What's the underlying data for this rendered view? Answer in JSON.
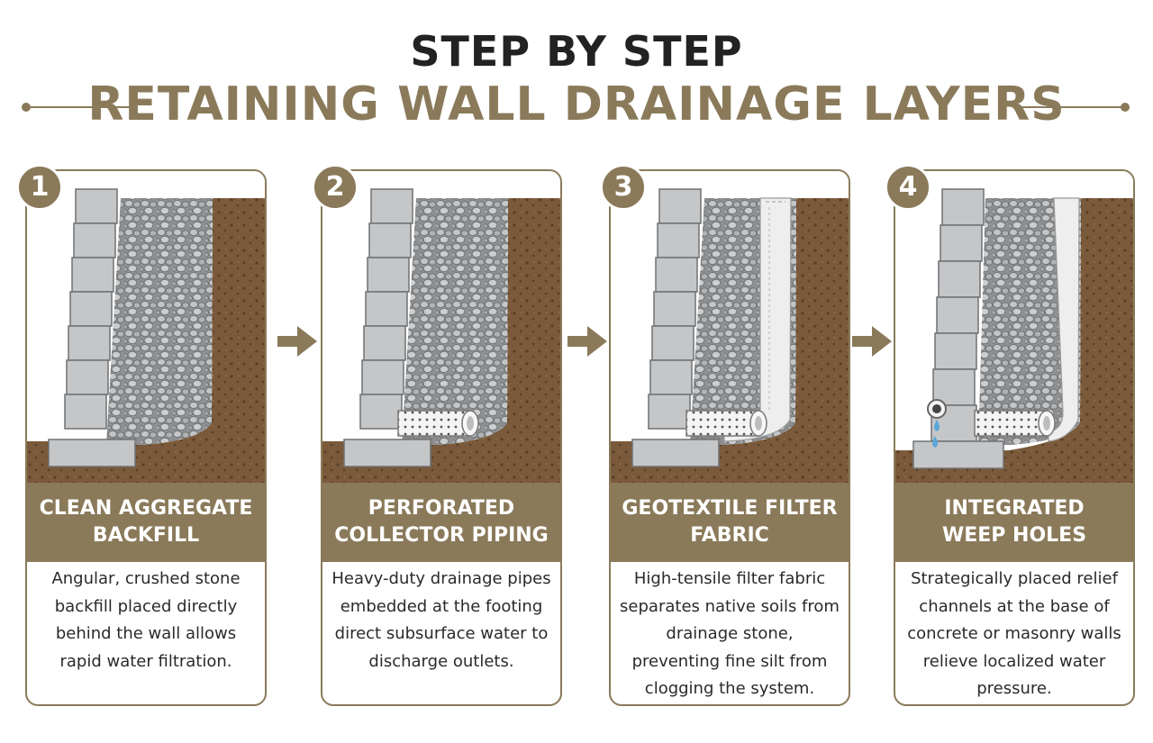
{
  "header": {
    "title_top": "STEP BY STEP",
    "title_main": "RETAINING WALL DRAINAGE LAYERS"
  },
  "colors": {
    "accent": "#8a7a5a",
    "soil": "#7a5a3a",
    "block": "#c4c6c8",
    "stone": "#9d9fa1",
    "pipe": "#f4f4f4",
    "fabric": "#eeeeee",
    "water": "#5aa6d8"
  },
  "steps": [
    {
      "number": "1",
      "title_line1": "CLEAN AGGREGATE",
      "title_line2": "BACKFILL",
      "description": "Angular, crushed stone backfill placed directly behind the wall allows rapid water filtration.",
      "icon": "aggregate-backfill-illustration"
    },
    {
      "number": "2",
      "title_line1": "PERFORATED",
      "title_line2": "COLLECTOR PIPING",
      "description": "Heavy-duty drainage pipes embedded at the footing direct subsurface water to discharge outlets.",
      "icon": "perforated-pipe-illustration"
    },
    {
      "number": "3",
      "title_line1": "GEOTEXTILE FILTER",
      "title_line2": "FABRIC",
      "description": "High-tensile filter fabric separates native soils from drainage stone, preventing fine silt from clogging the system.",
      "icon": "geotextile-fabric-illustration"
    },
    {
      "number": "4",
      "title_line1": "INTEGRATED",
      "title_line2": "WEEP HOLES",
      "description": "Strategically placed relief channels at the base of concrete or masonry walls relieve localized water pressure.",
      "icon": "weep-hole-illustration"
    }
  ],
  "arrows": [
    "arrow-right-icon",
    "arrow-right-icon",
    "arrow-right-icon"
  ]
}
